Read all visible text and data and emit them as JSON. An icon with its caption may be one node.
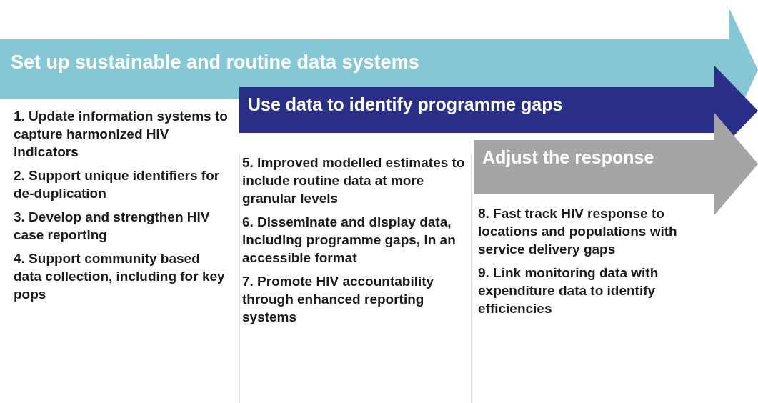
{
  "diagram": {
    "nodes": [
      {
        "text": [
          "Set up sustainable and routine data systems"
        ]
      },
      {
        "text": [
          "Use data to identify programme gaps"
        ]
      },
      {
        "text": [
          "Adjust the response"
        ]
      }
    ],
    "labels": [
      "1. Update information systems to capture harmonized HIV indicators",
      "2. Support unique identifiers for de-duplication",
      "3. Develop and strengthen HIV case reporting",
      "4. Support community based data collection, including for key pops",
      "5. Improved modelled estimates to include routine data at more granular levels",
      "6. Disseminate and display data, including programme gaps, in an accessible format",
      "7. Promote HIV accountability through enhanced reporting systems",
      "8. Fast track HIV response to locations and populations with service delivery gaps",
      "9. Link monitoring data with expenditure data to identify efficiencies"
    ]
  }
}
